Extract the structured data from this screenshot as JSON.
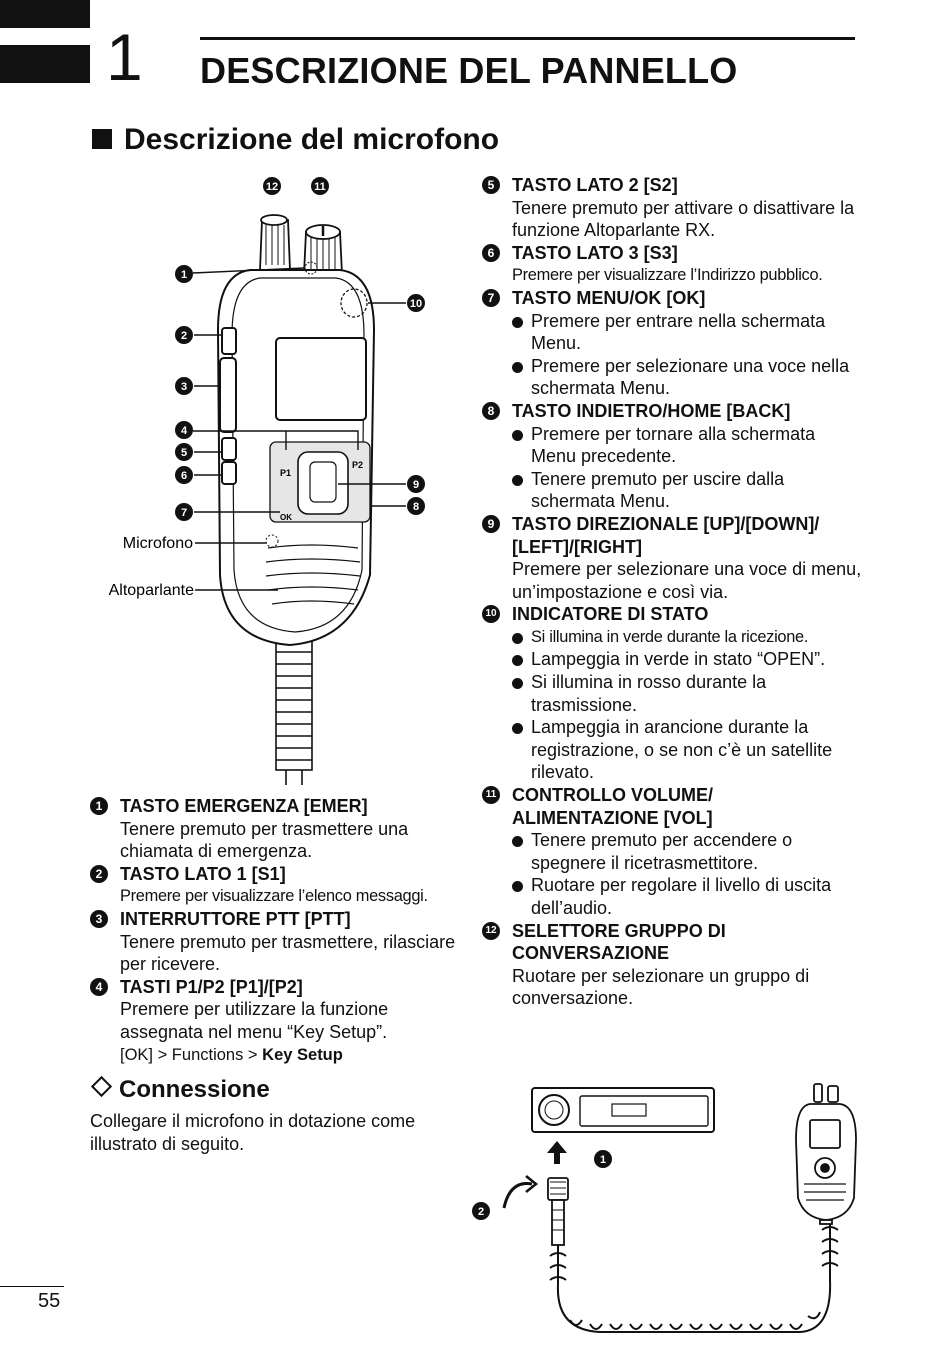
{
  "header": {
    "chapter_number": "1",
    "chapter_title": "DESCRIZIONE DEL PANNELLO",
    "section_title": "Descrizione del microfono"
  },
  "figure_mic": {
    "callouts": [
      "1",
      "2",
      "3",
      "4",
      "5",
      "6",
      "7",
      "8",
      "9",
      "10",
      "11",
      "12"
    ],
    "label_microfono": "Microfono",
    "label_altoparlante": "Altoparlante",
    "key_p1": "P1",
    "key_p2": "P2",
    "key_ok": "OK"
  },
  "items_left": [
    {
      "n": "1",
      "title": "TASTO EMERGENZA [EMER]",
      "text": "Tenere premuto per trasmettere una chiamata di emergenza."
    },
    {
      "n": "2",
      "title": "TASTO LATO 1 [S1]",
      "text": "Premere per visualizzare l’elenco messaggi."
    },
    {
      "n": "3",
      "title": "INTERRUTTORE PTT [PTT]",
      "text": "Tenere premuto per trasmettere, rilasciare per ricevere."
    },
    {
      "n": "4",
      "title": "TASTI P1/P2 [P1]/[P2]",
      "text": "Premere per utilizzare la funzione assegnata nel menu “Key Setup”.",
      "path_prefix": "[OK] > Functions > ",
      "path_bold": "Key Setup"
    }
  ],
  "items_right": [
    {
      "n": "5",
      "title": "TASTO LATO 2 [S2]",
      "text": "Tenere premuto per attivare o disattivare la funzione Altoparlante RX."
    },
    {
      "n": "6",
      "title": "TASTO LATO 3 [S3]",
      "text": "Premere per visualizzare l’Indirizzo pubblico."
    },
    {
      "n": "7",
      "title": "TASTO MENU/OK [OK]",
      "bullets": [
        "Premere per entrare nella schermata Menu.",
        "Premere per selezionare una voce nella schermata Menu."
      ]
    },
    {
      "n": "8",
      "title": "TASTO INDIETRO/HOME [BACK]",
      "bullets": [
        "Premere per tornare alla schermata Menu precedente.",
        "Tenere premuto per uscire dalla schermata Menu."
      ]
    },
    {
      "n": "9",
      "title": "TASTO DIREZIONALE [UP]/[DOWN]/ [LEFT]/[RIGHT]",
      "text": "Premere per selezionare una voce di menu, un’impostazione e così via."
    },
    {
      "n": "10",
      "title": "INDICATORE DI STATO",
      "bullets": [
        "Si illumina in verde durante la ricezione.",
        "Lampeggia in verde in stato “OPEN”.",
        "Si illumina in rosso durante la trasmissione.",
        "Lampeggia in arancione durante la registrazione, o se non c’è un satellite rilevato."
      ]
    },
    {
      "n": "11",
      "title": "CONTROLLO VOLUME/ ALIMENTAZIONE [VOL]",
      "bullets": [
        "Tenere premuto per accendere o spegnere il ricetrasmettitore.",
        "Ruotare per regolare il livello di uscita dell’audio."
      ]
    },
    {
      "n": "12",
      "title": "SELETTORE GRUPPO DI CONVERSAZIONE",
      "text": "Ruotare per selezionare un gruppo di conversazione."
    }
  ],
  "connection": {
    "title": "Connessione",
    "text": "Collegare il microfono in dotazione come illustrato di seguito.",
    "callouts": [
      "1",
      "2"
    ]
  },
  "footer": {
    "page_number": "55"
  }
}
